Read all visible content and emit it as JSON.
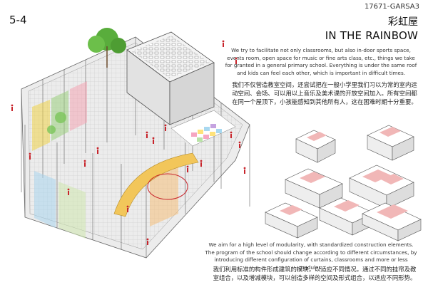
{
  "header": {
    "project_code": "17671-GARSA3",
    "page_number": "5-4",
    "title_cn": "彩虹屋",
    "title_en": "IN THE RAINBOW"
  },
  "text": {
    "intro_en": "We try to facilitate not only classrooms, but also in-door sports space, events room, open space for music or fine arts class, etc., things we take for granted in a general primary school. Everything is under the same roof and kids can feel each other, which is important in difficult times.",
    "intro_cn": "我们不仅营造教室空间，还尝试把在一般小学里我们习以为常的室内运动空间、会场、可以用以上音乐及美术课的开放空间加入。所有空间都在同一个屋顶下，小孩能感知到其他所有人，这在困难时期十分重要。",
    "modularity_en": "We aim for a high level of modularity, with standardized construction elements. The program of the school should change according to different circumstances, by introducing different configuration of curtains, classrooms and more or less modules.",
    "modularity_cn": "我们利用标准的构件形成建筑的模块，以适应不同情况。通过不同的挂帘及教室组合，以及增减模块，可以创造多样的空间及形式组合，以适应不同形势。"
  },
  "colors": {
    "accent_red": "#c8242b",
    "module_pink": "#f1b7b7",
    "tree_green": "#59ad3c",
    "line": "#555555"
  },
  "icons": {
    "people": "person-figure-red",
    "tree": "tree-canopy-green"
  }
}
